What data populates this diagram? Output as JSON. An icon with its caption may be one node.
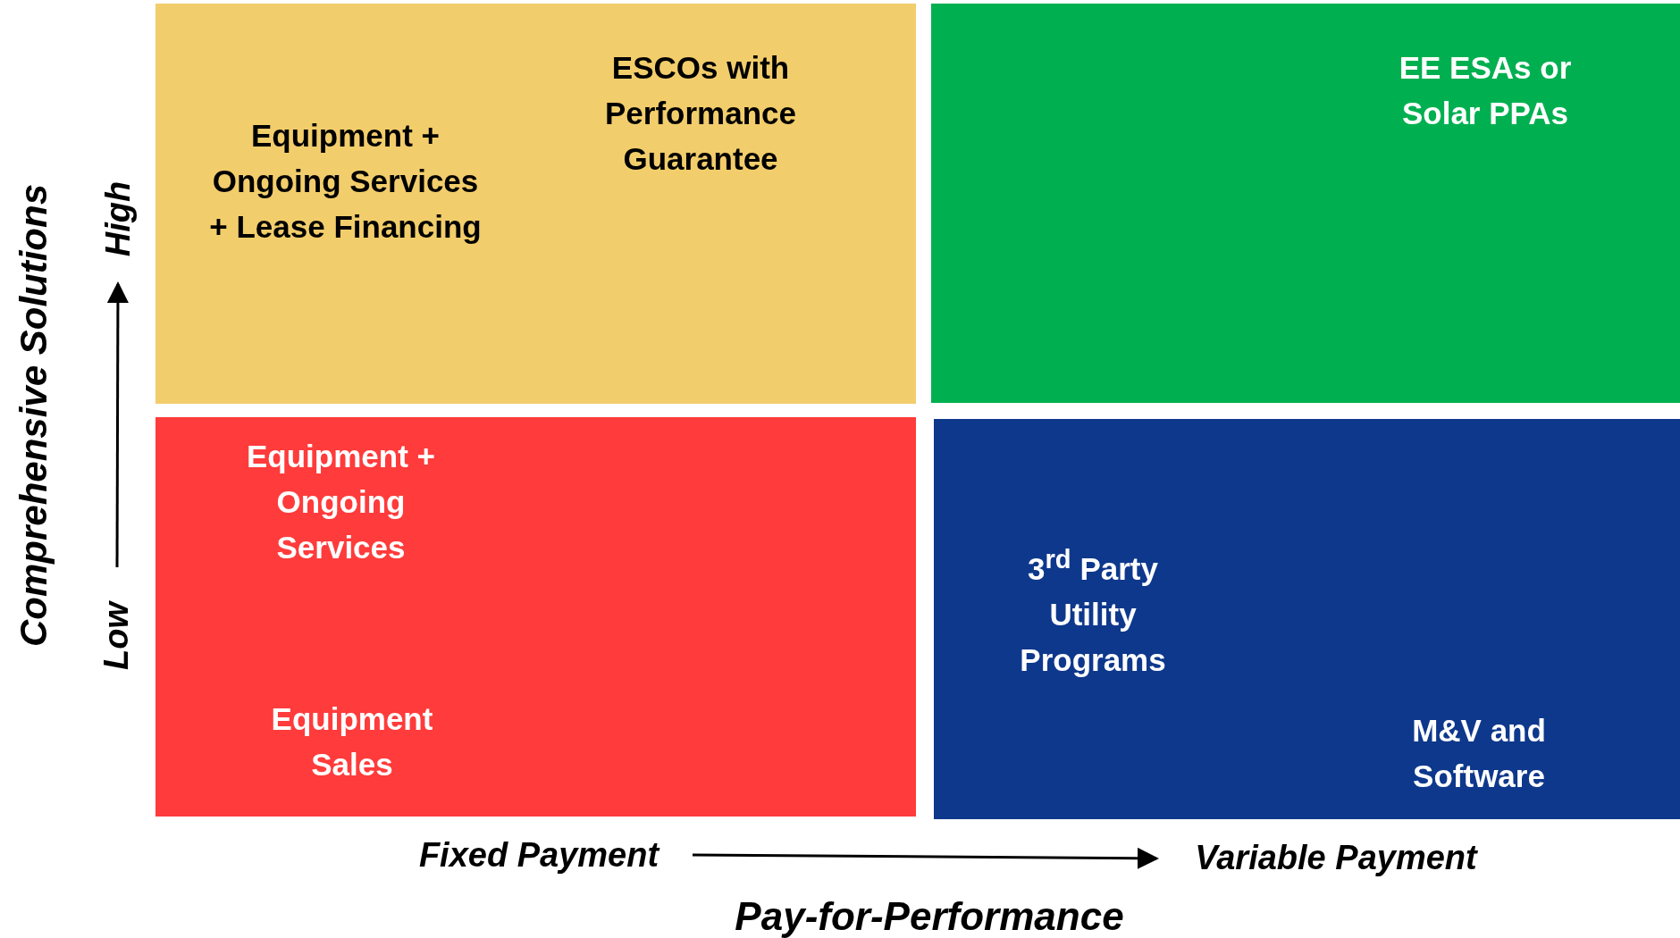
{
  "diagram": {
    "nodes": [
      {
        "text": [
          "Equipment + Ongoing Services + Lease Financing",
          "ESCOs with Performance Guarantee"
        ]
      },
      {
        "text": [
          "EE ESAs or Solar PPAs"
        ]
      },
      {
        "text": [
          "Equipment + Ongoing Services",
          "Equipment Sales"
        ]
      },
      {
        "text": [
          "3$^{rd}$ Party Utility Programs",
          "M&V and Software"
        ]
      }
    ],
    "labels": [
      "Comprehensive Solutions",
      "High",
      "Low",
      "Fixed Payment",
      "Variable Payment",
      "Pay-for-Performance"
    ]
  }
}
